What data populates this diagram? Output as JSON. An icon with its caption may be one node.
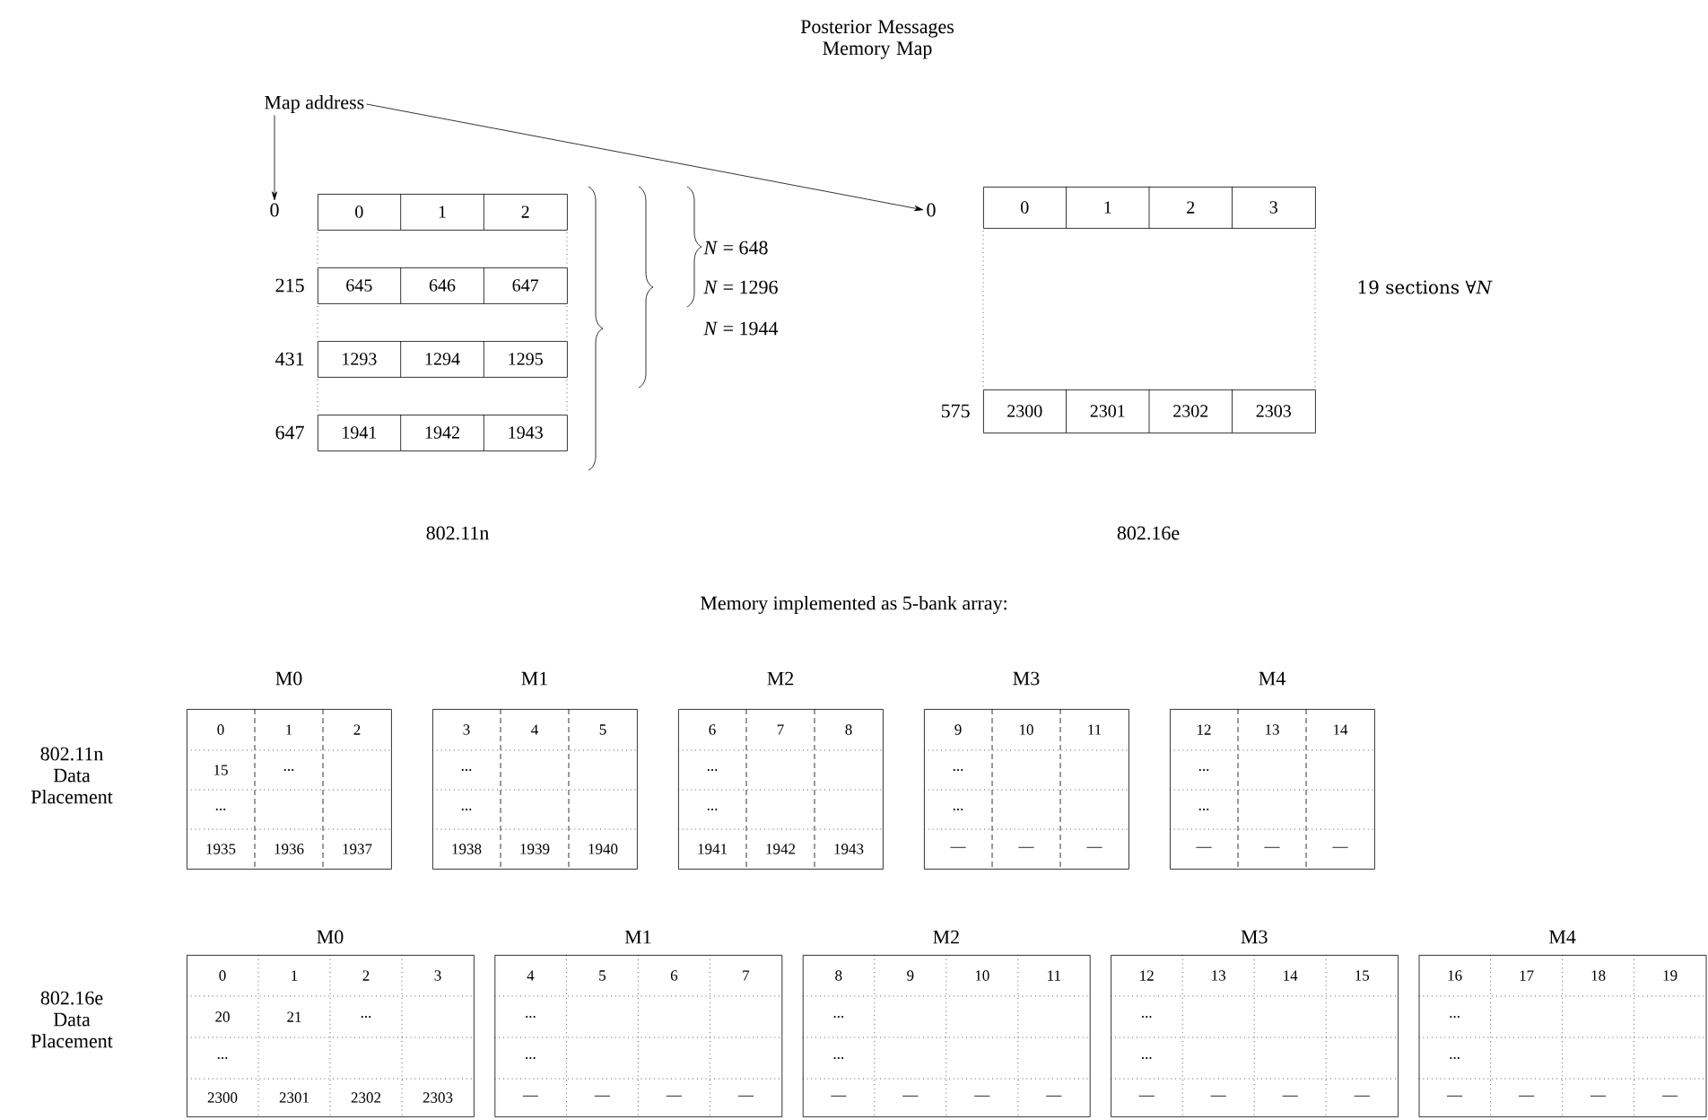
{
  "diagram": {
    "title": "Posterior Messages Memory Map",
    "nodes": [
      {
        "text": [
          "Map address"
        ]
      },
      {
        "text": [
          "0"
        ]
      },
      {
        "text": [
          "0",
          "1",
          "2"
        ]
      },
      {
        "text": [
          "645",
          "646",
          "647"
        ],
        "beside": [
          "215"
        ]
      },
      {
        "text": [
          "1293",
          "1294",
          "1295"
        ],
        "beside": [
          "431"
        ]
      },
      {
        "text": [
          "1941",
          "1942",
          "1943"
        ],
        "beside": [
          "647"
        ]
      },
      {
        "text": [
          "0"
        ]
      },
      {
        "text": [
          "0",
          "1",
          "2",
          "3"
        ]
      },
      {
        "text": [
          "2300",
          "2301",
          "2302",
          "2303"
        ],
        "beside": [
          "575"
        ]
      },
      {
        "text": [
          "M0",
          "0",
          "1",
          "2",
          "15",
          "...",
          "...",
          "1935",
          "1936",
          "1937"
        ]
      },
      {
        "text": [
          "M1",
          "3",
          "4",
          "5",
          "...",
          "...",
          "1938",
          "1939",
          "1940"
        ]
      },
      {
        "text": [
          "M2",
          "6",
          "7",
          "8",
          "...",
          "...",
          "1941",
          "1942",
          "1943"
        ]
      },
      {
        "text": [
          "M3",
          "9",
          "10",
          "11",
          "...",
          "...",
          "—",
          "—",
          "—"
        ]
      },
      {
        "text": [
          "M4",
          "12",
          "13",
          "14",
          "...",
          "...",
          "—",
          "—",
          "—"
        ]
      },
      {
        "text": [
          "M0",
          "0",
          "1",
          "2",
          "3",
          "20",
          "21",
          "...",
          "...",
          "2300",
          "2301",
          "2302",
          "2303"
        ]
      },
      {
        "text": [
          "M1",
          "4",
          "5",
          "6",
          "7",
          "...",
          "...",
          "—",
          "—",
          "—",
          "—"
        ]
      },
      {
        "text": [
          "M2",
          "8",
          "9",
          "10",
          "11",
          "...",
          "...",
          "—",
          "—",
          "—",
          "—"
        ]
      },
      {
        "text": [
          "M3",
          "12",
          "13",
          "14",
          "15",
          "...",
          "...",
          "—",
          "—",
          "—",
          "—"
        ]
      },
      {
        "text": [
          "M4",
          "16",
          "17",
          "18",
          "19",
          "...",
          "...",
          "—",
          "—",
          "—",
          "—"
        ]
      }
    ],
    "edges": [
      {
        "from": 0,
        "to": 1,
        "arrow": "to"
      },
      {
        "from": 0,
        "to": 6,
        "arrow": "to"
      }
    ],
    "labels": [
      "*N* = 648",
      "*N* = 1296",
      "*N* = 1944",
      "19 sections ∀*N*",
      "802.11n",
      "802.16e",
      "Memory implemented as 5-bank array:",
      "802.11n Data Placement",
      "802.16e Data Placement"
    ]
  }
}
